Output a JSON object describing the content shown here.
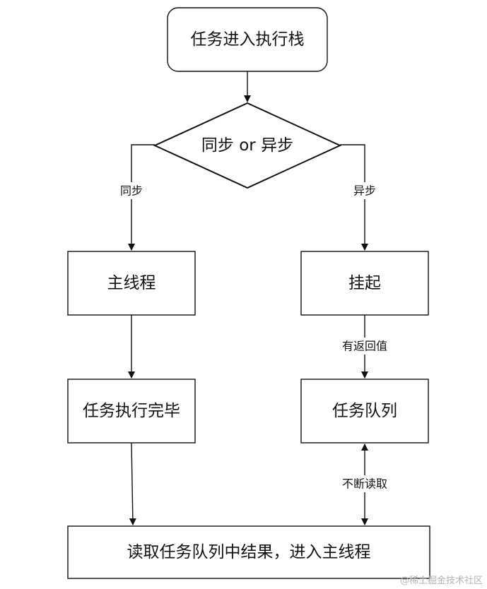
{
  "flowchart": {
    "nodes": {
      "start": "任务进入执行栈",
      "decision": "同步 or 异步",
      "main_thread": "主线程",
      "suspend": "挂起",
      "task_done": "任务执行完毕",
      "task_queue": "任务队列",
      "read_result": "读取任务队列中结果，进入主线程"
    },
    "edges": {
      "sync": "同步",
      "async": "异步",
      "has_return": "有返回值",
      "continuous_read": "不断读取"
    }
  },
  "watermark": "@稀土掘金技术社区"
}
